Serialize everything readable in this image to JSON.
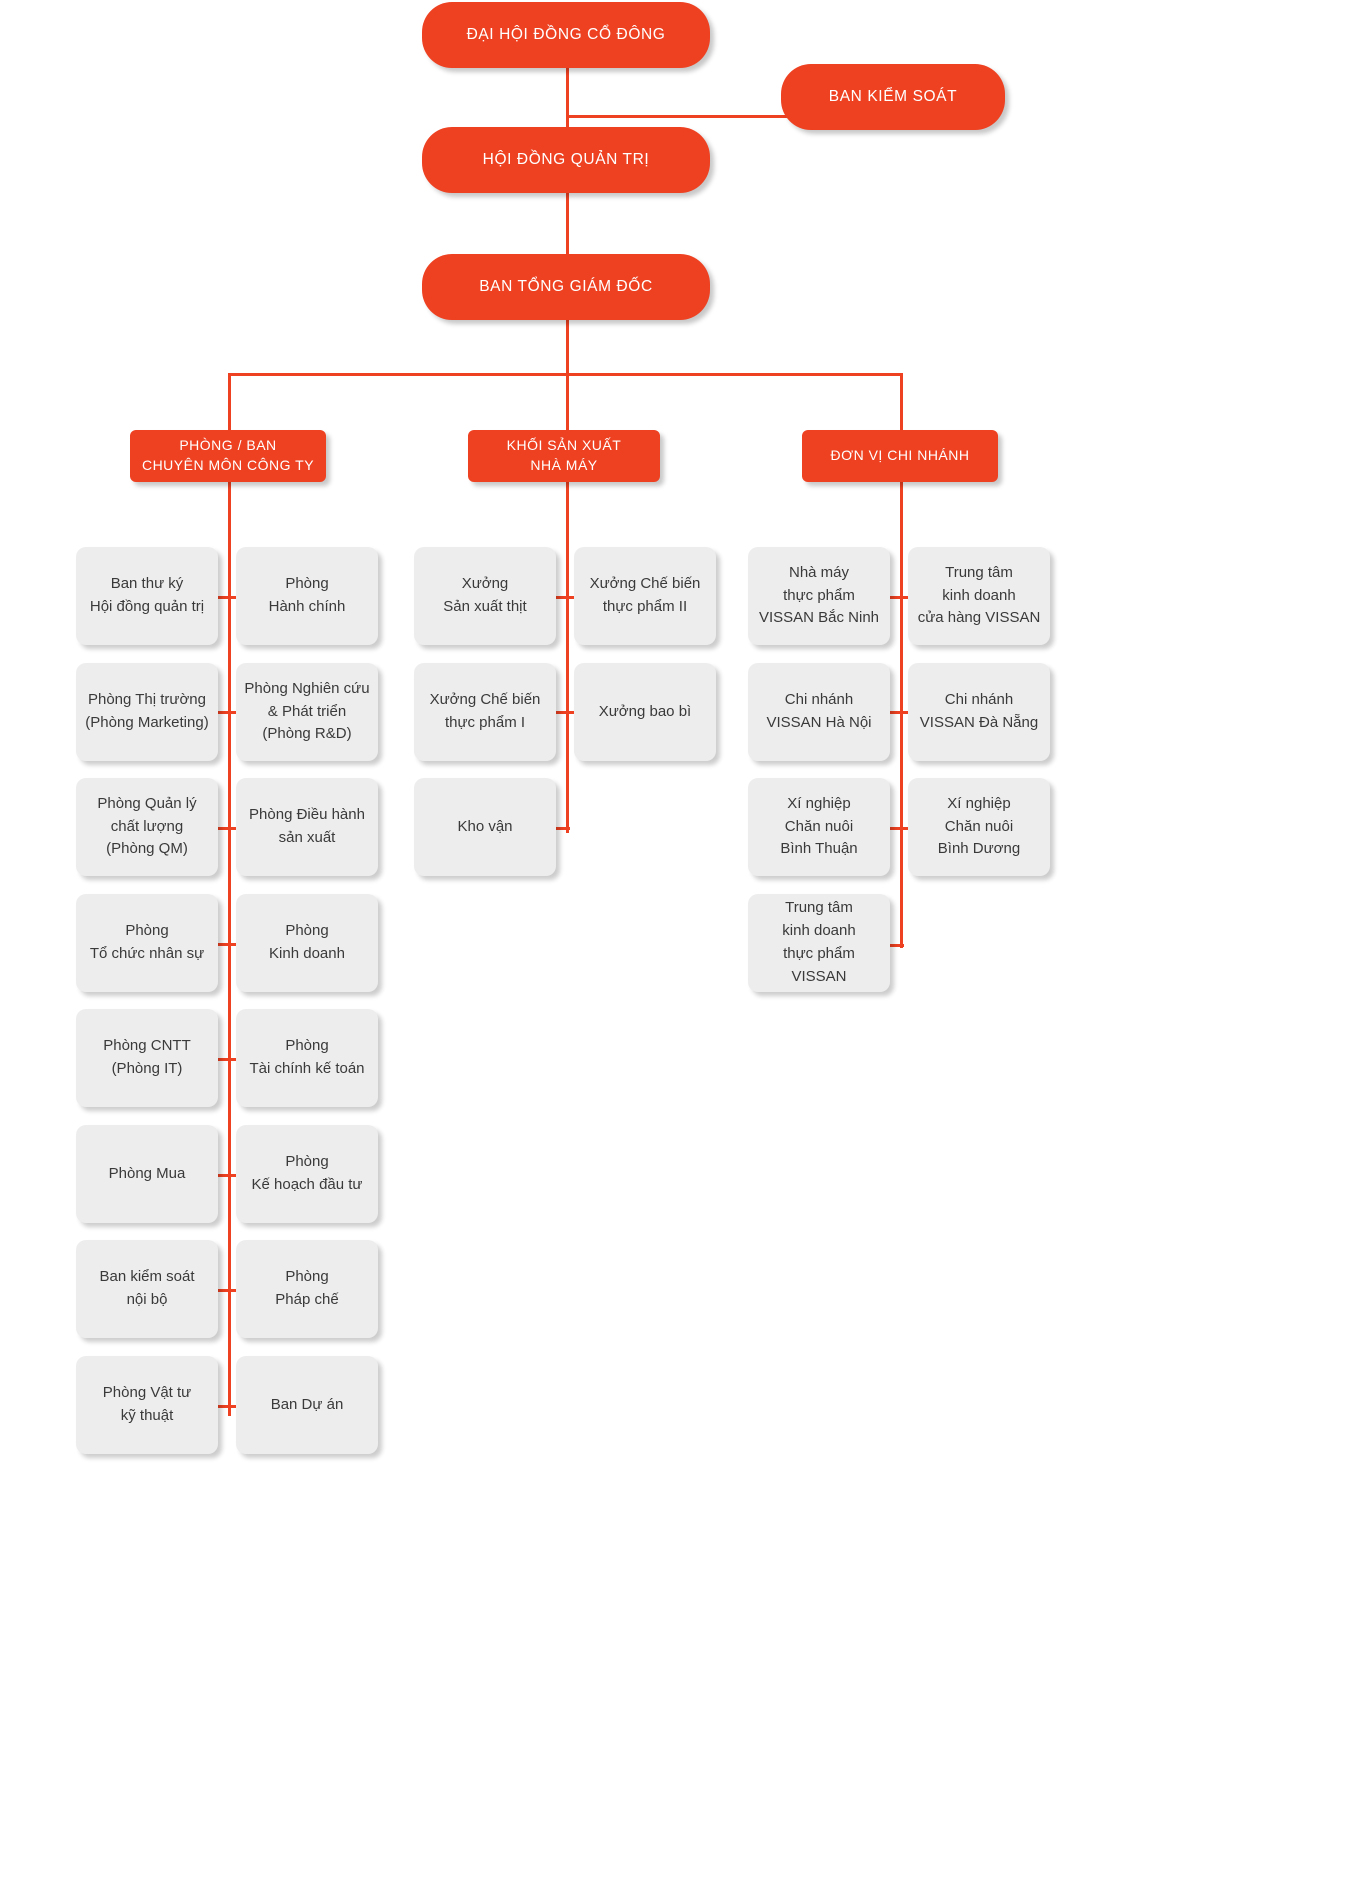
{
  "meta": {
    "title": "Sơ đồ tổ chức VISSAN",
    "accent_color": "#ee4122",
    "box_color": "#ededed",
    "text_color_on_accent": "#ffffff",
    "text_color_on_box": "#3a3a3a",
    "background": "#ffffff"
  },
  "nodes": {
    "shareholders": "ĐẠI HỘI ĐỒNG CỔ ĐÔNG",
    "supervisory_board": "BAN KIỂM SOÁT",
    "board_of_directors": "HỘI ĐỒNG QUẢN TRỊ",
    "executive_board": "BAN TỔNG GIÁM ĐỐC",
    "group_departments": "PHÒNG / BAN\nCHUYÊN MÔN CÔNG TY",
    "group_production": "KHỐI SẢN XUẤT\nNHÀ MÁY",
    "group_branches": "ĐƠN VỊ CHI NHÁNH"
  },
  "departments_column_left": [
    "Ban thư ký\nHội đồng quản trị",
    "Phòng Thị trường\n(Phòng Marketing)",
    "Phòng Quản lý\nchất lượng\n(Phòng QM)",
    "Phòng\nTổ chức nhân sự",
    "Phòng CNTT\n(Phòng IT)",
    "Phòng Mua",
    "Ban kiểm soát\nnội bộ",
    "Phòng Vật tư\nkỹ thuật"
  ],
  "departments_column_right": [
    "Phòng\nHành chính",
    "Phòng Nghiên cứu\n& Phát triển\n(Phòng R&D)",
    "Phòng Điều hành\nsản xuất",
    "Phòng\nKinh doanh",
    "Phòng\nTài chính kế toán",
    "Phòng\nKế hoạch đầu tư",
    "Phòng\nPháp chế",
    "Ban Dự án"
  ],
  "production_column_left": [
    "Xưởng\nSản xuất thịt",
    "Xưởng Chế biến\nthực phẩm I",
    "Kho vận"
  ],
  "production_column_right": [
    "Xưởng Chế biến\nthực phẩm II",
    "Xưởng bao bì"
  ],
  "branches_column_left": [
    "Nhà máy\nthực phẩm\nVISSAN Bắc Ninh",
    "Chi nhánh\nVISSAN Hà Nội",
    "Xí nghiệp\nChăn nuôi\nBình Thuận",
    "Trung tâm\nkinh doanh\nthực phẩm VISSAN"
  ],
  "branches_column_right": [
    "Trung tâm\nkinh doanh\ncửa hàng VISSAN",
    "Chi nhánh\nVISSAN Đà Nẵng",
    "Xí nghiệp\nChăn nuôi\nBình Dương"
  ]
}
